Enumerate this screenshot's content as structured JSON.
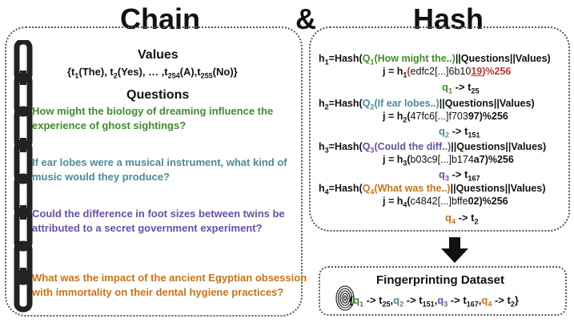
{
  "titles": {
    "chain": "Chain",
    "amp": "&",
    "hash": "Hash"
  },
  "values": {
    "heading": "Values",
    "t1": "{t",
    "t1_sub": "1",
    "t1_rest": "(The), t",
    "t2_sub": "2",
    "t2_rest": "(Yes), … ,t",
    "t254_sub": "254",
    "t254_rest": "(A),t",
    "t255_sub": "255",
    "t255_rest": "(No)}"
  },
  "questions": {
    "heading": "Questions",
    "items": [
      "How might the biology of dreaming influence the experience of ghost sightings?",
      "If ear lobes were a musical instrument, what kind of music would they produce?",
      "Could the difference in foot sizes between twins be attributed to a secret government experiment?",
      "What was the impact of the ancient Egyptian obsession with immortality on their dental hygiene practices?"
    ]
  },
  "hash_steps": [
    {
      "h": "h",
      "idx": "1",
      "eq": "=Hash(",
      "q": "Q",
      "qtext": "(How might the..)",
      "tail": "||Questions||Values)",
      "j_pre": "j = h",
      "j_open": "(",
      "digest_a": "edfc2[...]6b10",
      "digest_b": "19",
      "j_close": ")%256",
      "map_q": "q",
      "map_arrow": " -> t",
      "map_t": "25"
    },
    {
      "h": "h",
      "idx": "2",
      "eq": "=Hash(",
      "q": "Q",
      "qtext": "(If ear lobes..)",
      "tail": "||Questions||Values)",
      "j_pre": "j = h",
      "j_open": "(",
      "digest_a": "47fc6[...]f703",
      "digest_b": "97",
      "j_close": ")%256",
      "map_q": "q",
      "map_arrow": " -> t",
      "map_t": "151"
    },
    {
      "h": "h",
      "idx": "3",
      "eq": "=Hash(",
      "q": "Q",
      "qtext": "(Could the diff..)",
      "tail": "||Questions||Values)",
      "j_pre": "j = h",
      "j_open": "(",
      "digest_a": "b03c9[...]b174",
      "digest_b": "a7",
      "j_close": ")%256",
      "map_q": "q",
      "map_arrow": " -> t",
      "map_t": "167"
    },
    {
      "h": "h",
      "idx": "4",
      "eq": "=Hash(",
      "q": "Q",
      "qtext": "(What was the..)",
      "tail": "||Questions||Values)",
      "j_pre": "j = h",
      "j_open": "(",
      "digest_a": "c4842[...]bffe",
      "digest_b": "02",
      "j_close": ")%256",
      "map_q": "q",
      "map_arrow": " -> t",
      "map_t": "2"
    }
  ],
  "fingerprint": {
    "title": "Fingerprinting Dataset",
    "open": "{",
    "pairs": [
      {
        "q": "q",
        "qi": "1",
        "arrow": " -> t",
        "t": "25",
        "sep": ","
      },
      {
        "q": "q",
        "qi": "2",
        "arrow": " -> t",
        "t": "151",
        "sep": ","
      },
      {
        "q": "q",
        "qi": "3",
        "arrow": " -> t",
        "t": "167",
        "sep": ","
      },
      {
        "q": "q",
        "qi": "4",
        "arrow": " -> t",
        "t": "2",
        "sep": ""
      }
    ],
    "close": "}"
  },
  "icons": {
    "chain": "chain-icon",
    "fingerprint": "fingerprint-icon",
    "arrow": "down-arrow-icon"
  }
}
